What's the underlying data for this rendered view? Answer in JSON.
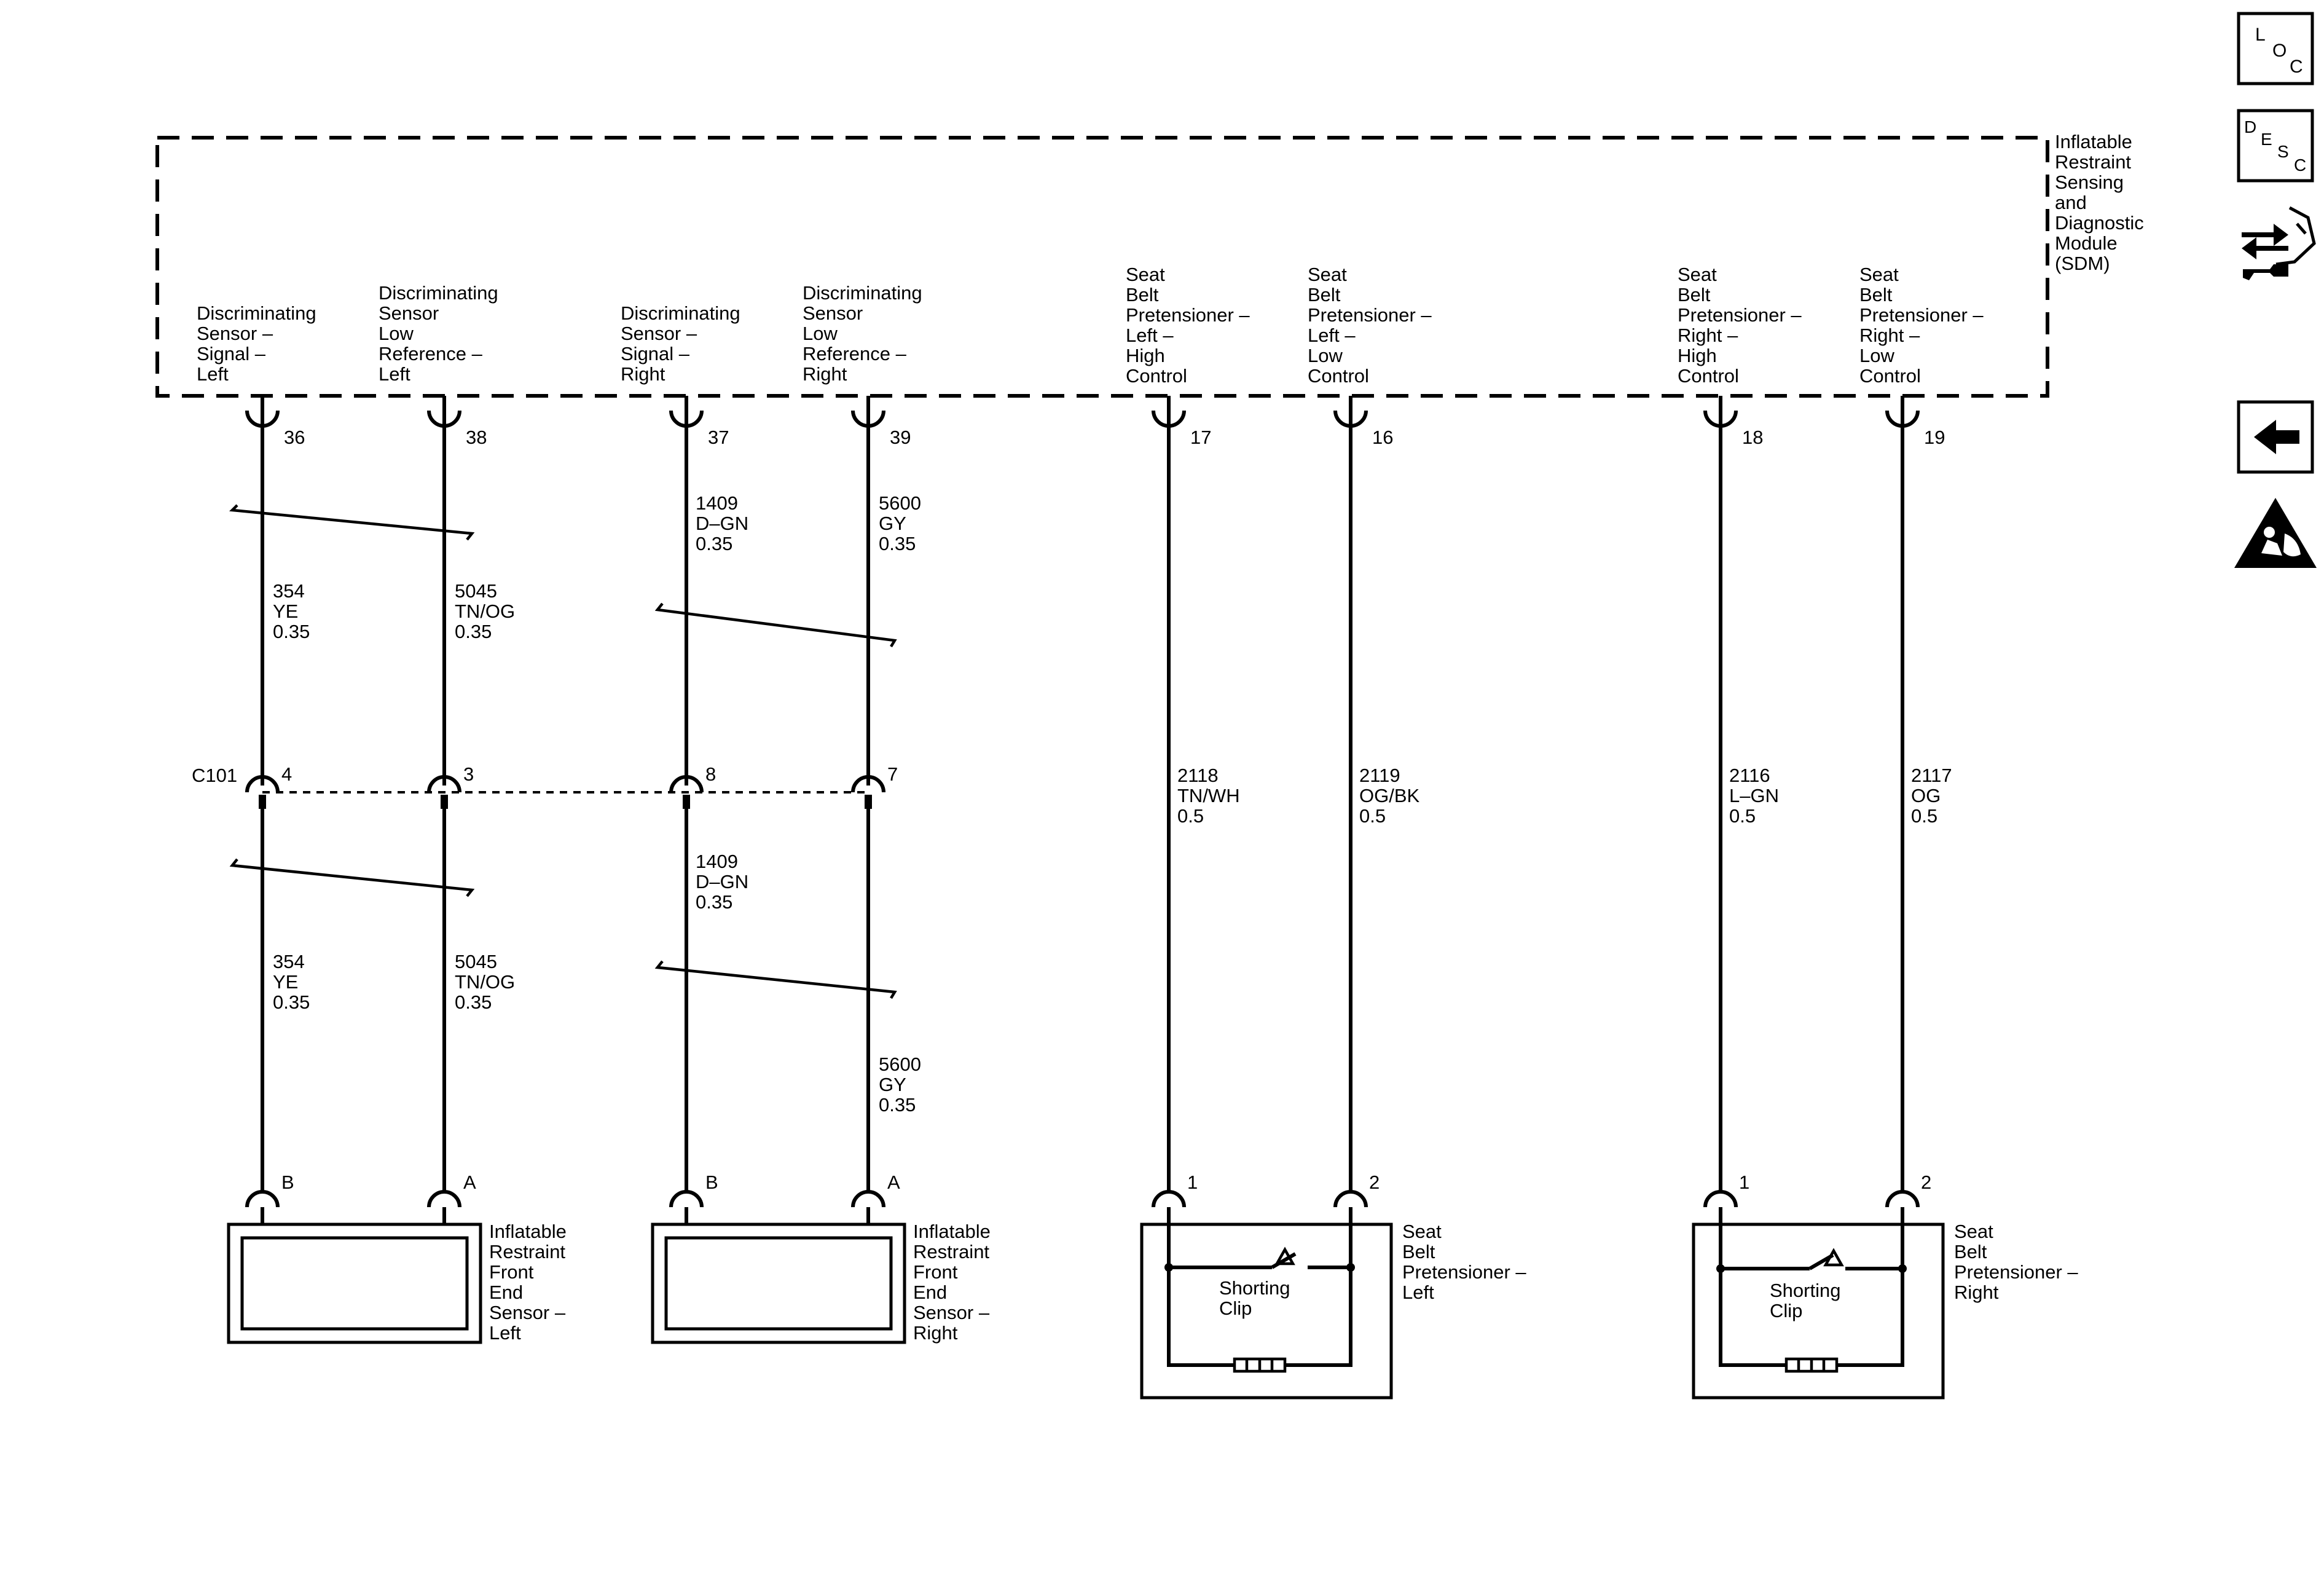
{
  "module": {
    "label": [
      "Inflatable",
      "Restraint",
      "Sensing",
      "and",
      "Diagnostic",
      "Module",
      "(SDM)"
    ]
  },
  "pins": [
    {
      "pin": "36",
      "label": [
        "Discriminating",
        "Sensor –",
        "Signal –",
        "Left"
      ]
    },
    {
      "pin": "38",
      "label": [
        "Discriminating",
        "Sensor",
        "Low",
        "Reference –",
        "Left"
      ]
    },
    {
      "pin": "37",
      "label": [
        "Discriminating",
        "Sensor –",
        "Signal –",
        "Right"
      ]
    },
    {
      "pin": "39",
      "label": [
        "Discriminating",
        "Sensor",
        "Low",
        "Reference –",
        "Right"
      ]
    },
    {
      "pin": "17",
      "label": [
        "Seat",
        "Belt",
        "Pretensioner –",
        "Left –",
        "High",
        "Control"
      ]
    },
    {
      "pin": "16",
      "label": [
        "Seat",
        "Belt",
        "Pretensioner –",
        "Left –",
        "Low",
        "Control"
      ]
    },
    {
      "pin": "18",
      "label": [
        "Seat",
        "Belt",
        "Pretensioner –",
        "Right –",
        "High",
        "Control"
      ]
    },
    {
      "pin": "19",
      "label": [
        "Seat",
        "Belt",
        "Pretensioner –",
        "Right –",
        "Low",
        "Control"
      ]
    }
  ],
  "wires_upper": [
    [
      "354",
      "YE",
      "0.35"
    ],
    [
      "5045",
      "TN/OG",
      "0.35"
    ],
    [
      "1409",
      "D–GN",
      "0.35"
    ],
    [
      "5600",
      "GY",
      "0.35"
    ],
    [
      "2118",
      "TN/WH",
      "0.5"
    ],
    [
      "2119",
      "OG/BK",
      "0.5"
    ],
    [
      "2116",
      "L–GN",
      "0.5"
    ],
    [
      "2117",
      "OG",
      "0.5"
    ]
  ],
  "connector": {
    "name": "C101",
    "pins": [
      "4",
      "3",
      "8",
      "7"
    ]
  },
  "wires_lower": [
    [
      "354",
      "YE",
      "0.35"
    ],
    [
      "5045",
      "TN/OG",
      "0.35"
    ],
    [
      "1409",
      "D–GN",
      "0.35"
    ],
    [
      "5600",
      "GY",
      "0.35"
    ]
  ],
  "bottom_pins": [
    "B",
    "A",
    "B",
    "A",
    "1",
    "2",
    "1",
    "2"
  ],
  "components": [
    {
      "label": [
        "Inflatable",
        "Restraint",
        "Front",
        "End",
        "Sensor –",
        "Left"
      ]
    },
    {
      "label": [
        "Inflatable",
        "Restraint",
        "Front",
        "End",
        "Sensor –",
        "Right"
      ]
    },
    {
      "label": [
        "Seat",
        "Belt",
        "Pretensioner –",
        "Left"
      ],
      "inner": [
        "Shorting",
        "Clip"
      ]
    },
    {
      "label": [
        "Seat",
        "Belt",
        "Pretensioner –",
        "Right"
      ],
      "inner": [
        "Shorting",
        "Clip"
      ]
    }
  ],
  "nav": {
    "loc": {
      "l": "L",
      "o": "O",
      "c": "C"
    },
    "desc": {
      "d": "D",
      "e": "E",
      "s": "S",
      "c": "C"
    },
    "icons": [
      "connector-end-view-icon",
      "back-arrow-icon",
      "airbag-warning-icon"
    ]
  }
}
